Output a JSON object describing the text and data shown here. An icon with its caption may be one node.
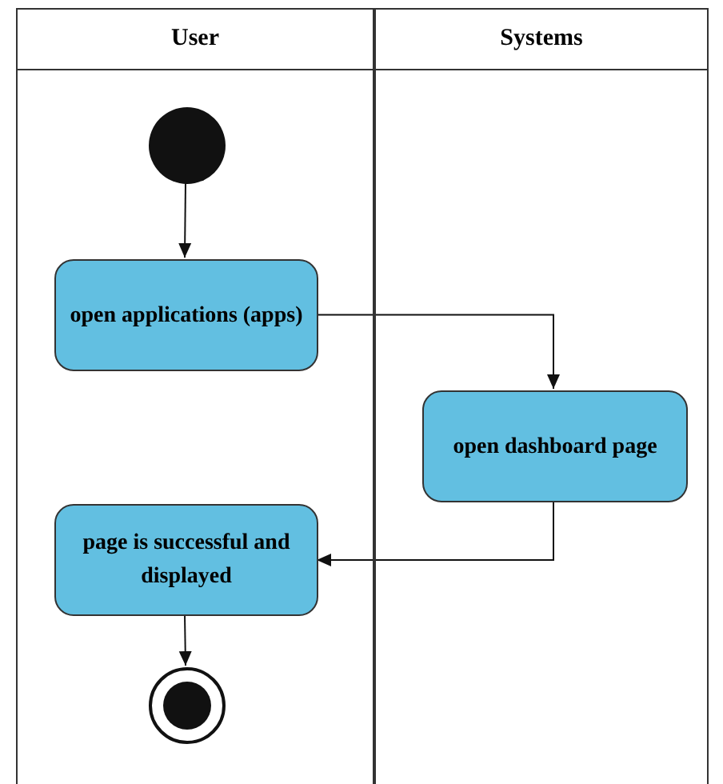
{
  "diagram": {
    "nodes": [
      {
        "text": [
          "User"
        ]
      },
      {
        "text": [
          "Systems"
        ]
      },
      {
        "text": [],
        "shape": "circle",
        "in": 0
      },
      {
        "text": [
          "open applications (apps)"
        ],
        "in": 0
      },
      {
        "text": [
          "open dashboard page"
        ],
        "in": 1
      },
      {
        "text": [
          "page is successful and displayed"
        ],
        "in": 0
      },
      {
        "text": [],
        "shape": "bullseye",
        "in": 0
      }
    ],
    "edges": [
      {
        "from": 2,
        "to": 3,
        "arrow": "to"
      },
      {
        "from": 3,
        "to": 4,
        "arrow": "to"
      },
      {
        "from": 4,
        "to": 5,
        "arrow": "to"
      },
      {
        "from": 5,
        "to": 6,
        "arrow": "to"
      }
    ]
  }
}
